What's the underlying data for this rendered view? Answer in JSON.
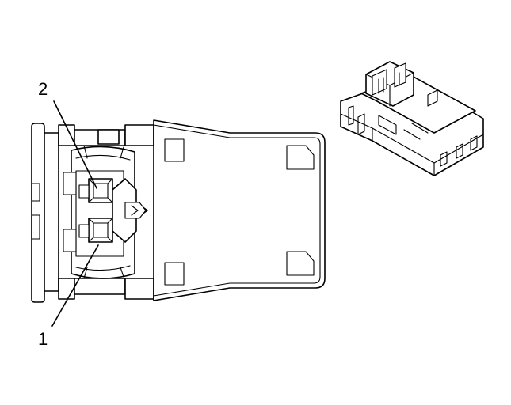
{
  "callouts": [
    {
      "id": "callout-1",
      "text": "1"
    },
    {
      "id": "callout-2",
      "text": "2"
    }
  ]
}
